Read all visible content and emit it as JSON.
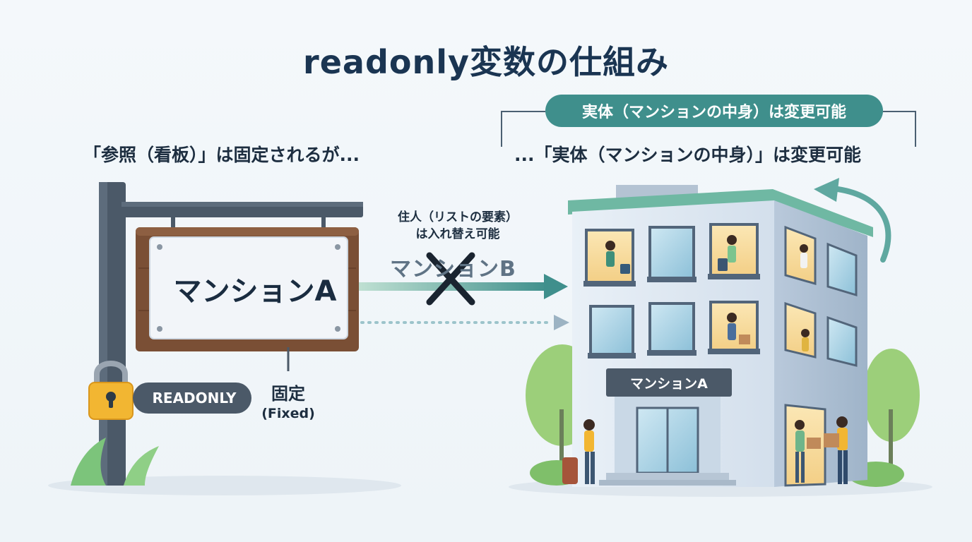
{
  "title": "readonly変数の仕組み",
  "left_caption": "「参照（看板）」は固定されるが...",
  "right_caption": "...「実体（マンションの中身）」は変更可能",
  "bracket_label": "実体（マンションの中身）は変更可能",
  "sign": {
    "text": "マンションA"
  },
  "lock": {
    "label": "READONLY",
    "icon": "padlock-icon"
  },
  "fixed": {
    "jp": "固定",
    "en": "(Fixed)"
  },
  "residents": {
    "line1": "住人（リストの要素）",
    "line2": "は入れ替え可能"
  },
  "rejected_target": "マンションB",
  "building": {
    "sign": "マンションA"
  },
  "colors": {
    "title": "#1a3552",
    "teal": "#3f8f8c",
    "arrow": "#4a9b95",
    "dark_slate": "#4b5968",
    "wood": "#7a4f35",
    "building_wall": "#dce7f2"
  }
}
